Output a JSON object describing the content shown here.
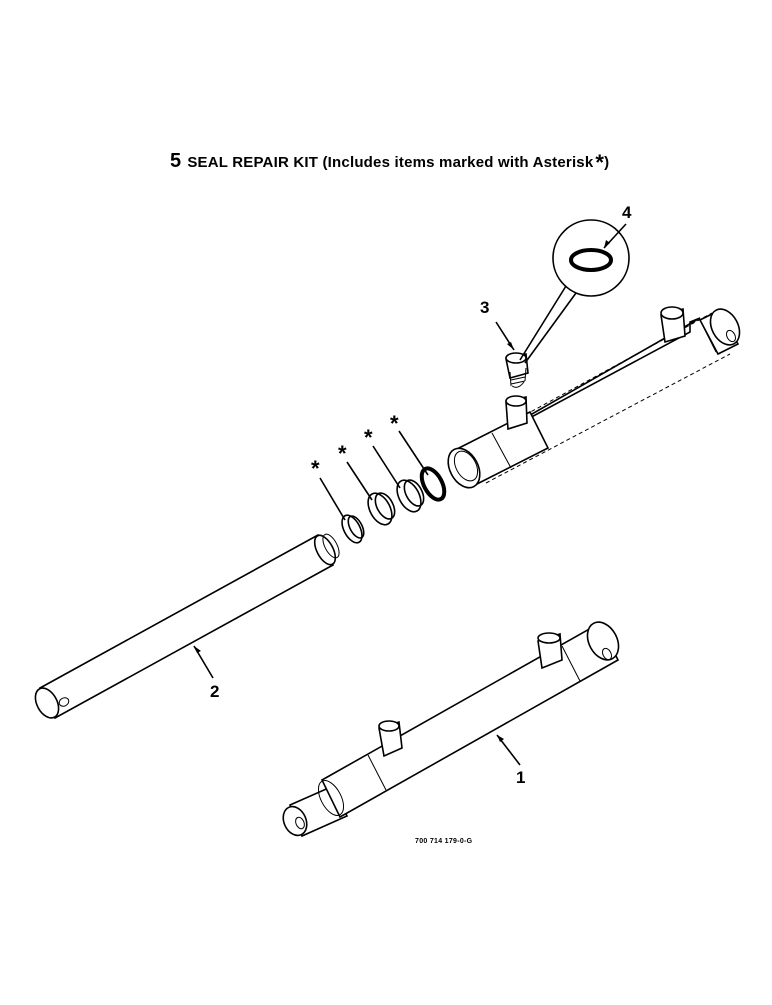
{
  "kit": {
    "item_number": "5",
    "title": "SEAL REPAIR KIT (Includes items marked with Asterisk",
    "asterisk": "*",
    "close": ")"
  },
  "callouts": {
    "item1": "1",
    "item2": "2",
    "item3": "3",
    "item4": "4"
  },
  "seal_marker": "*",
  "drawing_number": "700 714 179-0-G"
}
